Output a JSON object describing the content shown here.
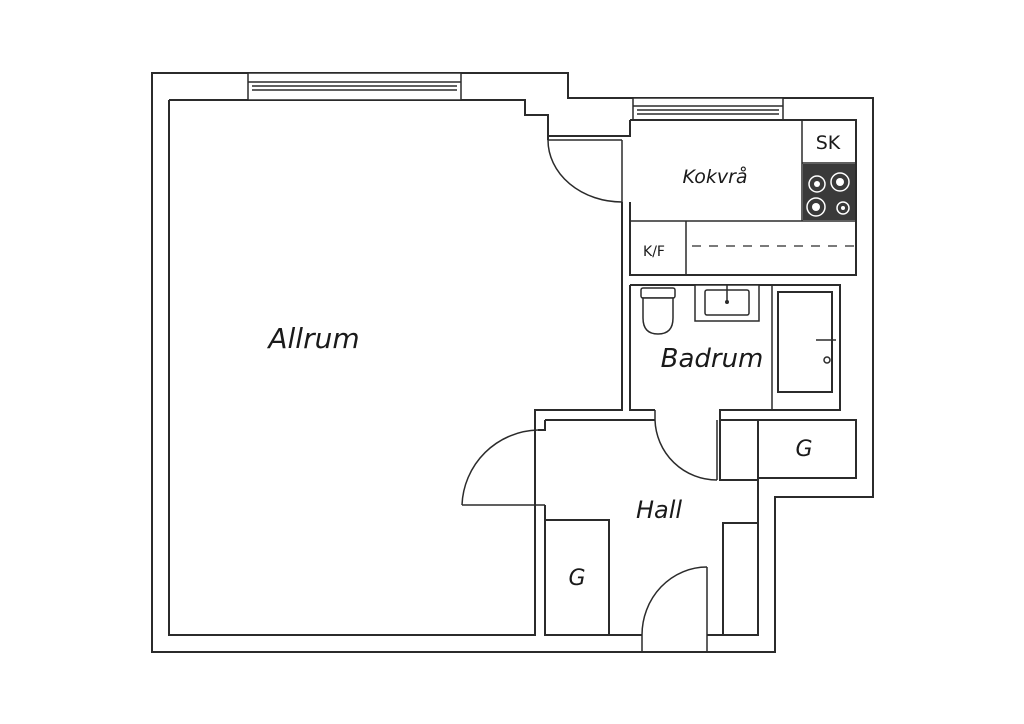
{
  "floorplan": {
    "rooms": {
      "allrum": "Allrum",
      "kokvra": "Kokvrå",
      "badrum": "Badrum",
      "hall": "Hall",
      "garderob_right": "G",
      "garderob_hall": "G"
    },
    "fixtures": {
      "sk": "SK",
      "kf": "K/F"
    },
    "colors": {
      "line": "#2b2b2b",
      "stove": "#3a3a3a",
      "background": "#ffffff"
    }
  }
}
